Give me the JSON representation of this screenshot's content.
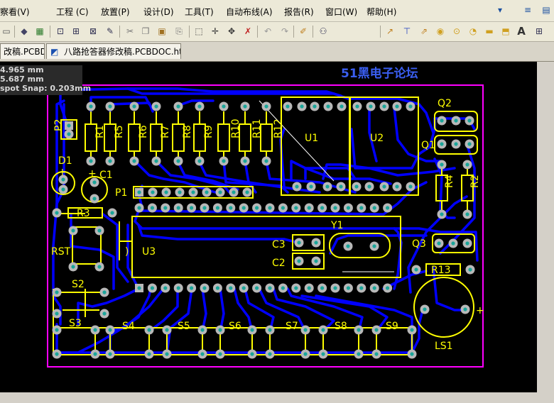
{
  "menu": [
    "察看(V)",
    "工程 (C)",
    "放置(P)",
    "设计(D)",
    "工具(T)",
    "自动布线(A)",
    "报告(R)",
    "窗口(W)",
    "帮助(H)"
  ],
  "tabs": [
    "改稿.PCBDOC",
    "八路抢答器修改稿.PCBDOC.htm"
  ],
  "coords": {
    "x": "4.965 mm",
    "y": "5.687  mm",
    "snap": "spot Snap: 0.203mm"
  },
  "watermark": "51黑电子论坛",
  "designators": {
    "P2": "P2",
    "R1": "R1",
    "R5": "R5",
    "R6": "R6",
    "R7": "R7",
    "R8": "R8",
    "R9": "R9",
    "R10": "R10",
    "R11": "R11",
    "R12": "R12",
    "U1": "U1",
    "U2": "U2",
    "Q2": "Q2",
    "Q1": "Q1",
    "D1": "D1",
    "C1": "C1",
    "P1": "P1",
    "R4": "R4",
    "R2": "R2",
    "R3": "R3",
    "Y1": "Y1",
    "RST": "RST",
    "U3": "U3",
    "C3": "C3",
    "C2": "C2",
    "Q3": "Q3",
    "R13": "R13",
    "S2": "S2",
    "S3": "S3",
    "S4": "S4",
    "S5": "S5",
    "S6": "S6",
    "S7": "S7",
    "S8": "S8",
    "S9": "S9",
    "LS1": "LS1"
  },
  "plus_mark": "+",
  "colors": {
    "board_outline": "#ff00ff",
    "silkscreen": "#ffff00",
    "bottom_copper": "#0000ff",
    "pad": "#b8b8b8",
    "pad_hole": "#1aa59a",
    "background": "#000000",
    "watermark": "#3a5ef0"
  }
}
